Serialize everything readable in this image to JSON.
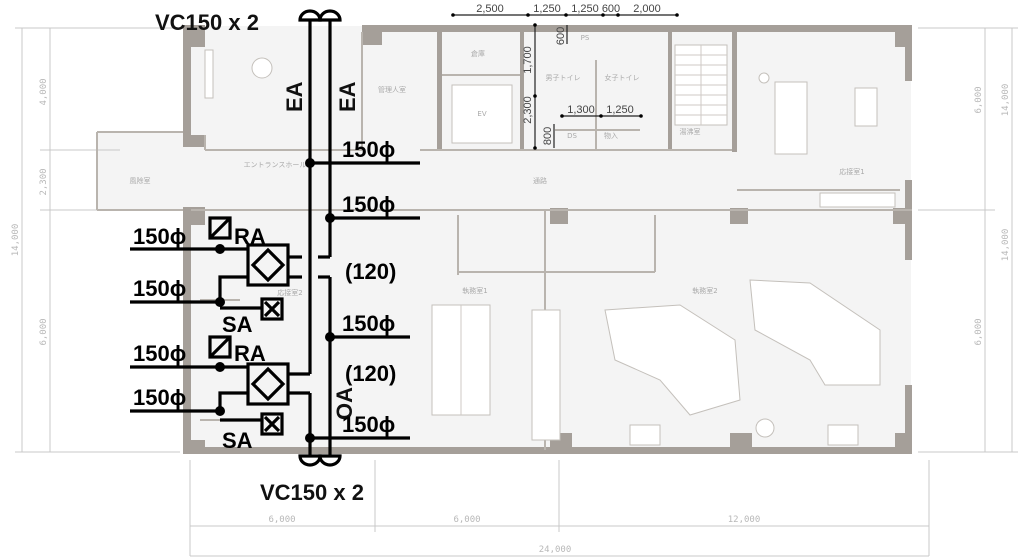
{
  "annotations": {
    "vc_top": "VC150 x 2",
    "vc_bottom": "VC150 x 2",
    "ea_left": "EA",
    "ea_right": "EA",
    "oa": "OA",
    "branch_1": "150ϕ",
    "branch_2": "150ϕ",
    "branch_3": "150ϕ",
    "branch_4": "150ϕ",
    "flow_1": "(120)",
    "flow_2": "(120)",
    "hrv1_ra_size": "150ϕ",
    "hrv1_ra": "RA",
    "hrv1_sa_size": "150ϕ",
    "hrv1_sa": "SA",
    "hrv2_ra_size": "150ϕ",
    "hrv2_ra": "RA",
    "hrv2_sa_size": "150ϕ",
    "hrv2_sa": "SA"
  },
  "dimensions": {
    "top": [
      "2,500",
      "1,250",
      "1,250",
      "600",
      "2,000"
    ],
    "core_vertical": [
      "1,700",
      "2,300",
      "600",
      "800"
    ],
    "core_horizontal": [
      "1,300",
      "1,250"
    ],
    "left": [
      "4,000",
      "2,300",
      "6,000",
      "14,000"
    ],
    "right": [
      "6,000",
      "14,000",
      "6,000",
      "14,000"
    ],
    "bottom": [
      "6,000",
      "6,000",
      "12,000"
    ],
    "total": "24,000"
  },
  "rooms": {
    "storage": "倉庫",
    "manager": "管理人室",
    "ev": "EV",
    "mens_toilet": "男子トイレ",
    "womens_toilet": "女子トイレ",
    "ps": "PS",
    "ds": "DS",
    "closet": "物入",
    "kitchenette": "湯沸室",
    "corridor": "通路",
    "entrance": "エントランスホール",
    "vestibule": "風除室",
    "reception": "応接室1",
    "office1": "執務室1",
    "office2": "執務室2",
    "office_small": "応接室2"
  }
}
